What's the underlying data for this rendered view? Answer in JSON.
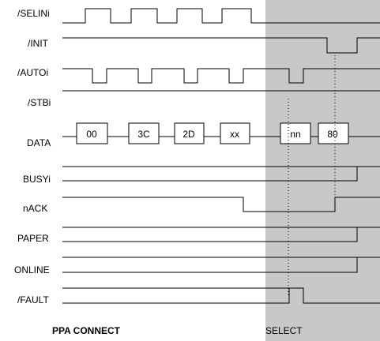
{
  "colors": {
    "select_band": "#c8c8c8",
    "line": "#000000",
    "background": "#ffffff"
  },
  "signals": [
    {
      "id": "selini",
      "label": "/SELINi"
    },
    {
      "id": "init",
      "label": "/INIT"
    },
    {
      "id": "autoi",
      "label": "/AUTOi"
    },
    {
      "id": "stbi",
      "label": "/STBi"
    },
    {
      "id": "data",
      "label": "DATA"
    },
    {
      "id": "busyi",
      "label": "BUSYi"
    },
    {
      "id": "nack",
      "label": "nACK"
    },
    {
      "id": "paper",
      "label": "PAPER"
    },
    {
      "id": "online",
      "label": "ONLINE"
    },
    {
      "id": "fault",
      "label": "/FAULT"
    }
  ],
  "data_values": [
    "00",
    "3C",
    "2D",
    "xx",
    "nn",
    "80"
  ],
  "phases": [
    {
      "id": "ppa-connect",
      "label": "PPA CONNECT"
    },
    {
      "id": "select",
      "label": "SELECT"
    }
  ]
}
